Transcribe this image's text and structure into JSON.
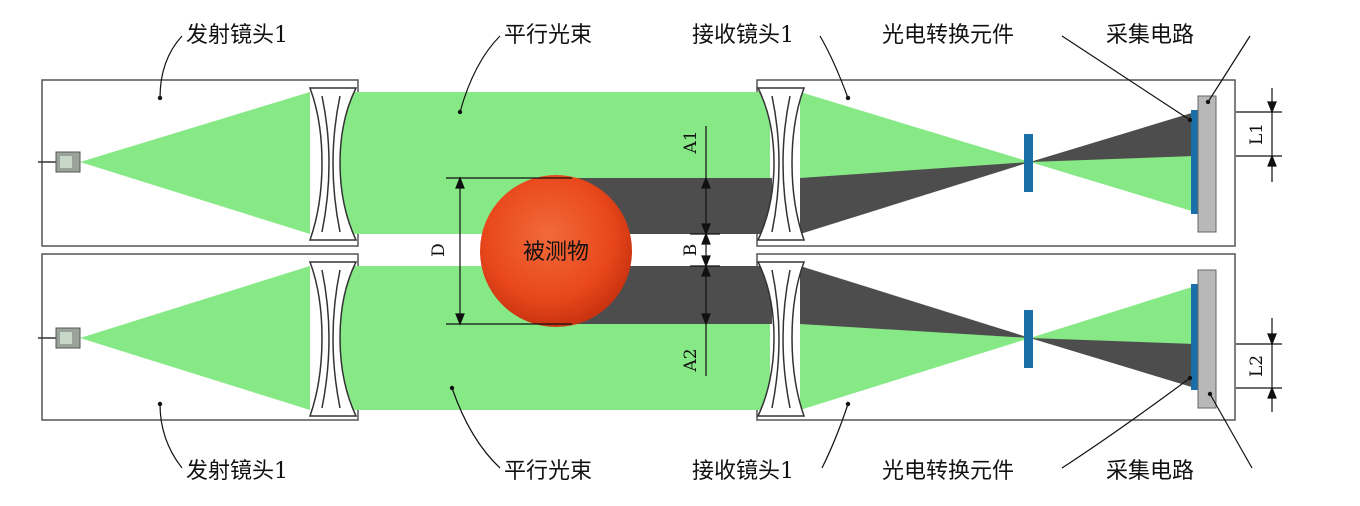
{
  "labels": {
    "emit_top": "发射镜头1",
    "beam_top": "平行光束",
    "recv_top": "接收镜头1",
    "conv_top": "光电转换元件",
    "acq_top": "采集电路",
    "emit_bottom": "发射镜头1",
    "beam_bottom": "平行光束",
    "recv_bottom": "接收镜头1",
    "conv_bottom": "光电转换元件",
    "acq_bottom": "采集电路",
    "object": "被测物",
    "dim_D": "D",
    "dim_A1": "A1",
    "dim_B": "B",
    "dim_A2": "A2",
    "dim_L1": "L1",
    "dim_L2": "L2"
  },
  "colors": {
    "beam": "#86e986",
    "shadow": "#4d4d4d",
    "object": "#e8471b",
    "sensor": "#1b6fa8",
    "board": "#b8b8b8",
    "frame": "#555555"
  }
}
